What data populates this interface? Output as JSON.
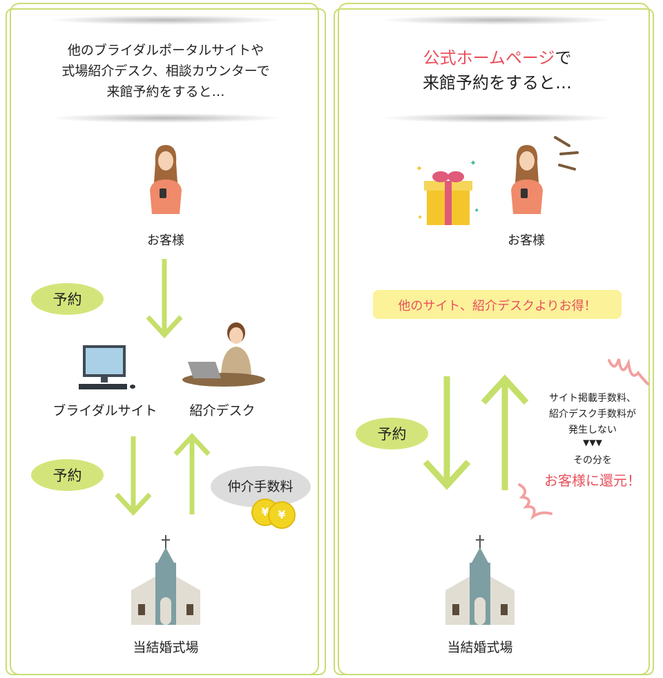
{
  "left": {
    "heading": [
      "他のブライダルポータルサイトや",
      "式場紹介デスク、相談カウンターで",
      "来館予約をすると…"
    ],
    "customer": "お客様",
    "reserve_1": "予約",
    "bridal_site": "ブライダルサイト",
    "desk": "紹介デスク",
    "reserve_2": "予約",
    "fee": "仲介手数料",
    "coin_symbol": "¥",
    "venue": "当結婚式場"
  },
  "right": {
    "heading_highlight": "公式ホームページ",
    "heading_rest": "で",
    "heading_line2": "来館予約をすると…",
    "customer": "お客様",
    "banner": "他のサイト、紹介デスクよりお得！",
    "reserve": "予約",
    "note": [
      "サイト掲載手数料、",
      "紹介デスク手数料が",
      "発生しない",
      "▼▼▼",
      "その分を"
    ],
    "note_highlight": "お客様に還元！",
    "venue": "当結婚式場"
  },
  "colors": {
    "green": "#c9dd72",
    "arrow": "#c5df6a",
    "red": "#e8505b",
    "banner": "#fbf29a"
  }
}
